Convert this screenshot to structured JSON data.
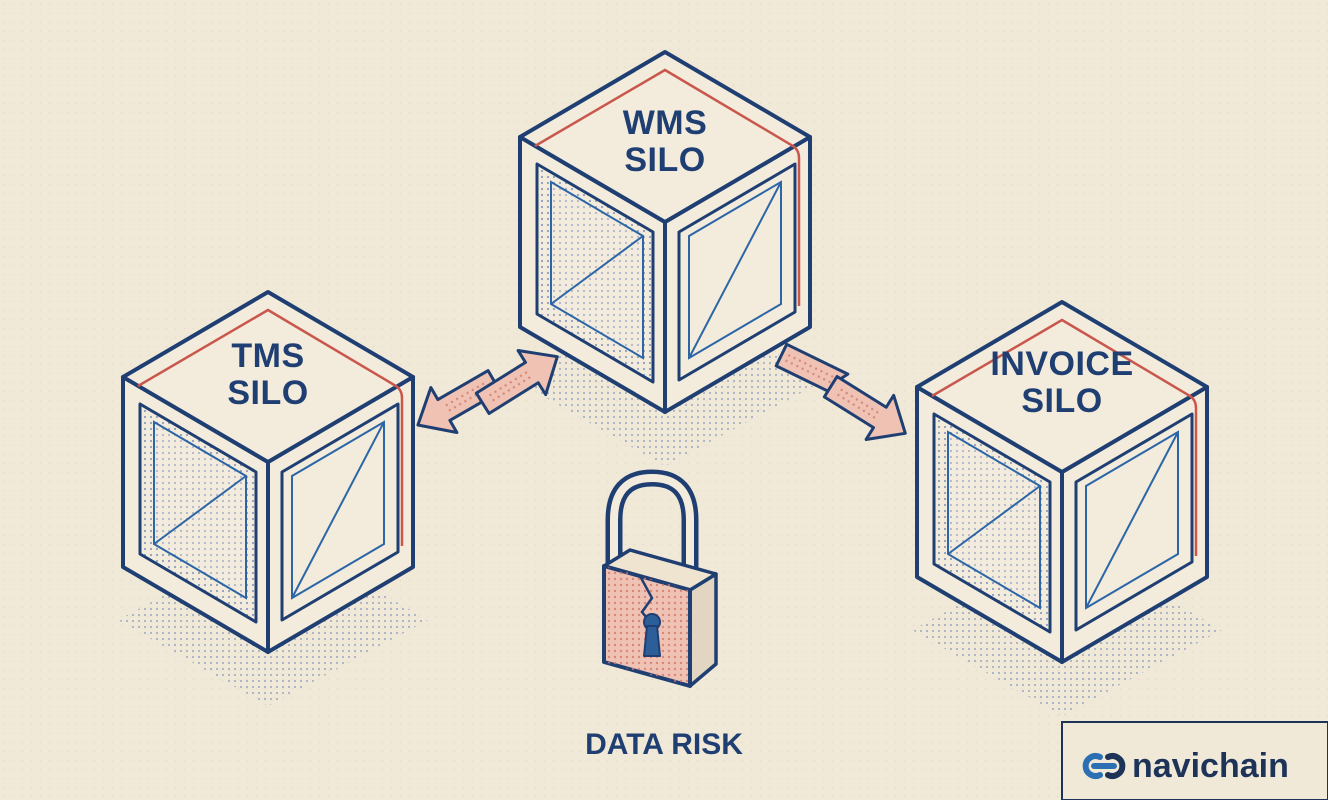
{
  "diagram": {
    "silos": [
      {
        "id": "tms",
        "line1": "TMS",
        "line2": "SILO"
      },
      {
        "id": "wms",
        "line1": "WMS",
        "line2": "SILO"
      },
      {
        "id": "invoice",
        "line1": "INVOICE",
        "line2": "SILO"
      }
    ],
    "risk": {
      "label": "DATA RISK"
    },
    "brand": {
      "name": "navichain"
    }
  },
  "colors": {
    "background": "#f1e9d8",
    "outline": "#1f3f73",
    "accent_red": "#c9574c",
    "arrow_fill": "#efc2b4",
    "dots": "#9fb0c9"
  }
}
